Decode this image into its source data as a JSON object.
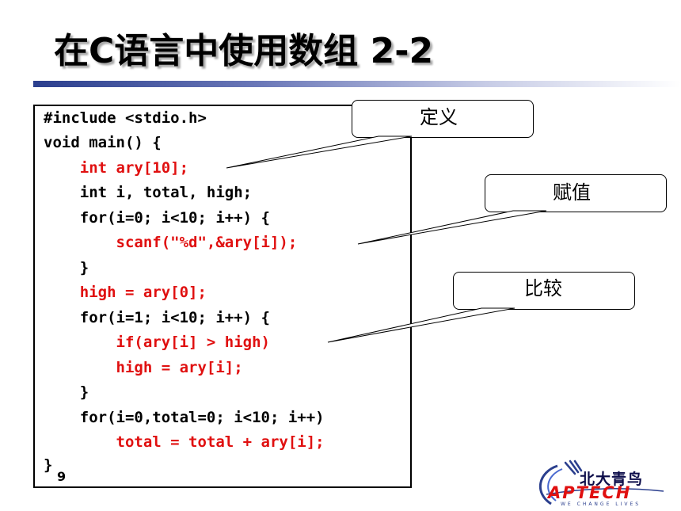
{
  "title": "在C语言中使用数组 2-2",
  "slide_number": "9",
  "code_lines": [
    {
      "text": "#include <stdio.h>",
      "color": "black"
    },
    {
      "text": "void main() {",
      "color": "black"
    },
    {
      "text": "    int ary[10];",
      "color": "red"
    },
    {
      "text": "    int i, total, high;",
      "color": "black"
    },
    {
      "text": "    for(i=0; i<10; i++) {",
      "color": "black"
    },
    {
      "text": "        scanf(\"%d\",&ary[i]);",
      "color": "red"
    },
    {
      "text": "    }",
      "color": "black"
    },
    {
      "text": "    high = ary[0];",
      "color": "red"
    },
    {
      "text": "    for(i=1; i<10; i++) {",
      "color": "black"
    },
    {
      "text": "        if(ary[i] > high)",
      "color": "red"
    },
    {
      "text": "        high = ary[i];",
      "color": "red"
    },
    {
      "text": "    }",
      "color": "black"
    },
    {
      "text": "    for(i=0,total=0; i<10; i++)",
      "color": "black"
    },
    {
      "text": "        total = total + ary[i];",
      "color": "red"
    },
    {
      "text": "}",
      "color": "black"
    }
  ],
  "callouts": {
    "define": "定义",
    "assign": "赋值",
    "compare": "比较"
  },
  "logo": {
    "chinese": "北大青鸟",
    "english": "APTECH",
    "tagline": "WE CHANGE LIVES"
  },
  "colors": {
    "code_highlight": "#e01010",
    "title_rule": "#2b3f8e"
  }
}
